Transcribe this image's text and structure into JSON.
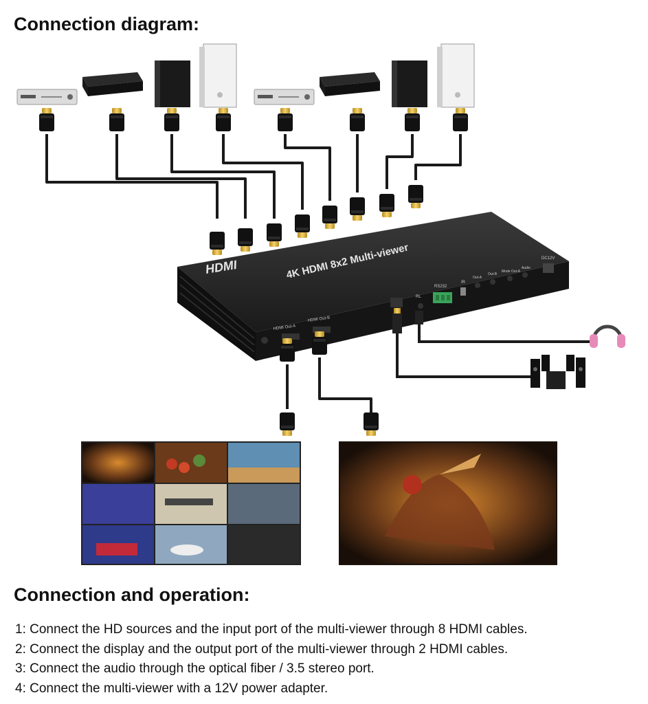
{
  "headings": {
    "diagram_title": "Connection diagram:",
    "operation_title": "Connection and operation:"
  },
  "device": {
    "brand_logo": "HDMI",
    "model_label": "4K HDMI 8x2 Multi-viewer",
    "ports": {
      "hdmi_out_a": "HDMI Out-A",
      "hdmi_out_b": "HDMI Out-B",
      "rl": "RL",
      "rs232": "RS232",
      "ir": "IR",
      "out_a": "Out-A",
      "out_b": "Out-B",
      "mode_out_a": "Mode Out-A",
      "audio": "Audio",
      "dc12v": "DC12V"
    }
  },
  "icons": {
    "sources": [
      "dvd-player-icon",
      "set-top-box-icon",
      "pc-tower-icon",
      "pc-tower-white-icon",
      "dvd-player-icon",
      "set-top-box-icon",
      "pc-tower-icon",
      "pc-tower-white-icon"
    ],
    "outputs": [
      "headphones-icon",
      "speaker-system-icon",
      "multiview-display-icon",
      "fullscreen-display-icon"
    ]
  },
  "steps": [
    "1: Connect the HD sources and the input port of the multi-viewer through 8 HDMI cables.",
    "2: Connect the display and the output port of the multi-viewer through 2 HDMI cables.",
    "3: Connect the audio through the optical fiber / 3.5 stereo port.",
    "4: Connect the multi-viewer with a 12V power adapter."
  ],
  "colors": {
    "device_body": "#1c1c1c",
    "connector_gold": "#e0b43a",
    "headphones_pink": "#e88ab8",
    "cable": "#1a1a1a"
  }
}
